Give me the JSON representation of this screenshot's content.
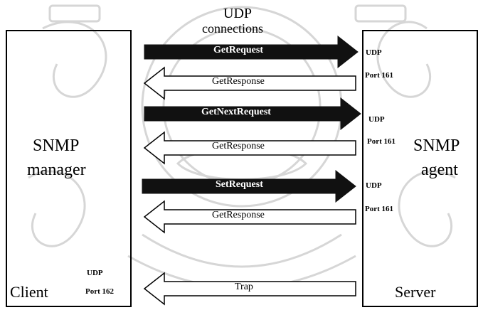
{
  "header": {
    "line1": "UDP",
    "line2": "connections"
  },
  "client": {
    "title_line1": "SNMP",
    "title_line2": "manager",
    "footer": "Client",
    "udp": "UDP",
    "port": "Port 162"
  },
  "server": {
    "title_line1": "SNMP",
    "title_line2": "agent",
    "footer": "Server"
  },
  "ports": [
    {
      "udp": "UDP",
      "port": "Port 161"
    },
    {
      "udp": "UDP",
      "port": "Port 161"
    },
    {
      "udp": "UDP",
      "port": "Port 161"
    }
  ],
  "messages": [
    {
      "label": "GetRequest",
      "direction": "to-server",
      "style": "filled"
    },
    {
      "label": "GetResponse",
      "direction": "to-client",
      "style": "outline"
    },
    {
      "label": "GetNextRequest",
      "direction": "to-server",
      "style": "filled"
    },
    {
      "label": "GetResponse",
      "direction": "to-client",
      "style": "outline"
    },
    {
      "label": "SetRequest",
      "direction": "to-server",
      "style": "filled"
    },
    {
      "label": "GetResponse",
      "direction": "to-client",
      "style": "outline"
    },
    {
      "label": "Trap",
      "direction": "to-client",
      "style": "outline"
    }
  ],
  "colors": {
    "filled": "#111111",
    "outline": "#000000",
    "watermark": "#d8d8d8"
  }
}
